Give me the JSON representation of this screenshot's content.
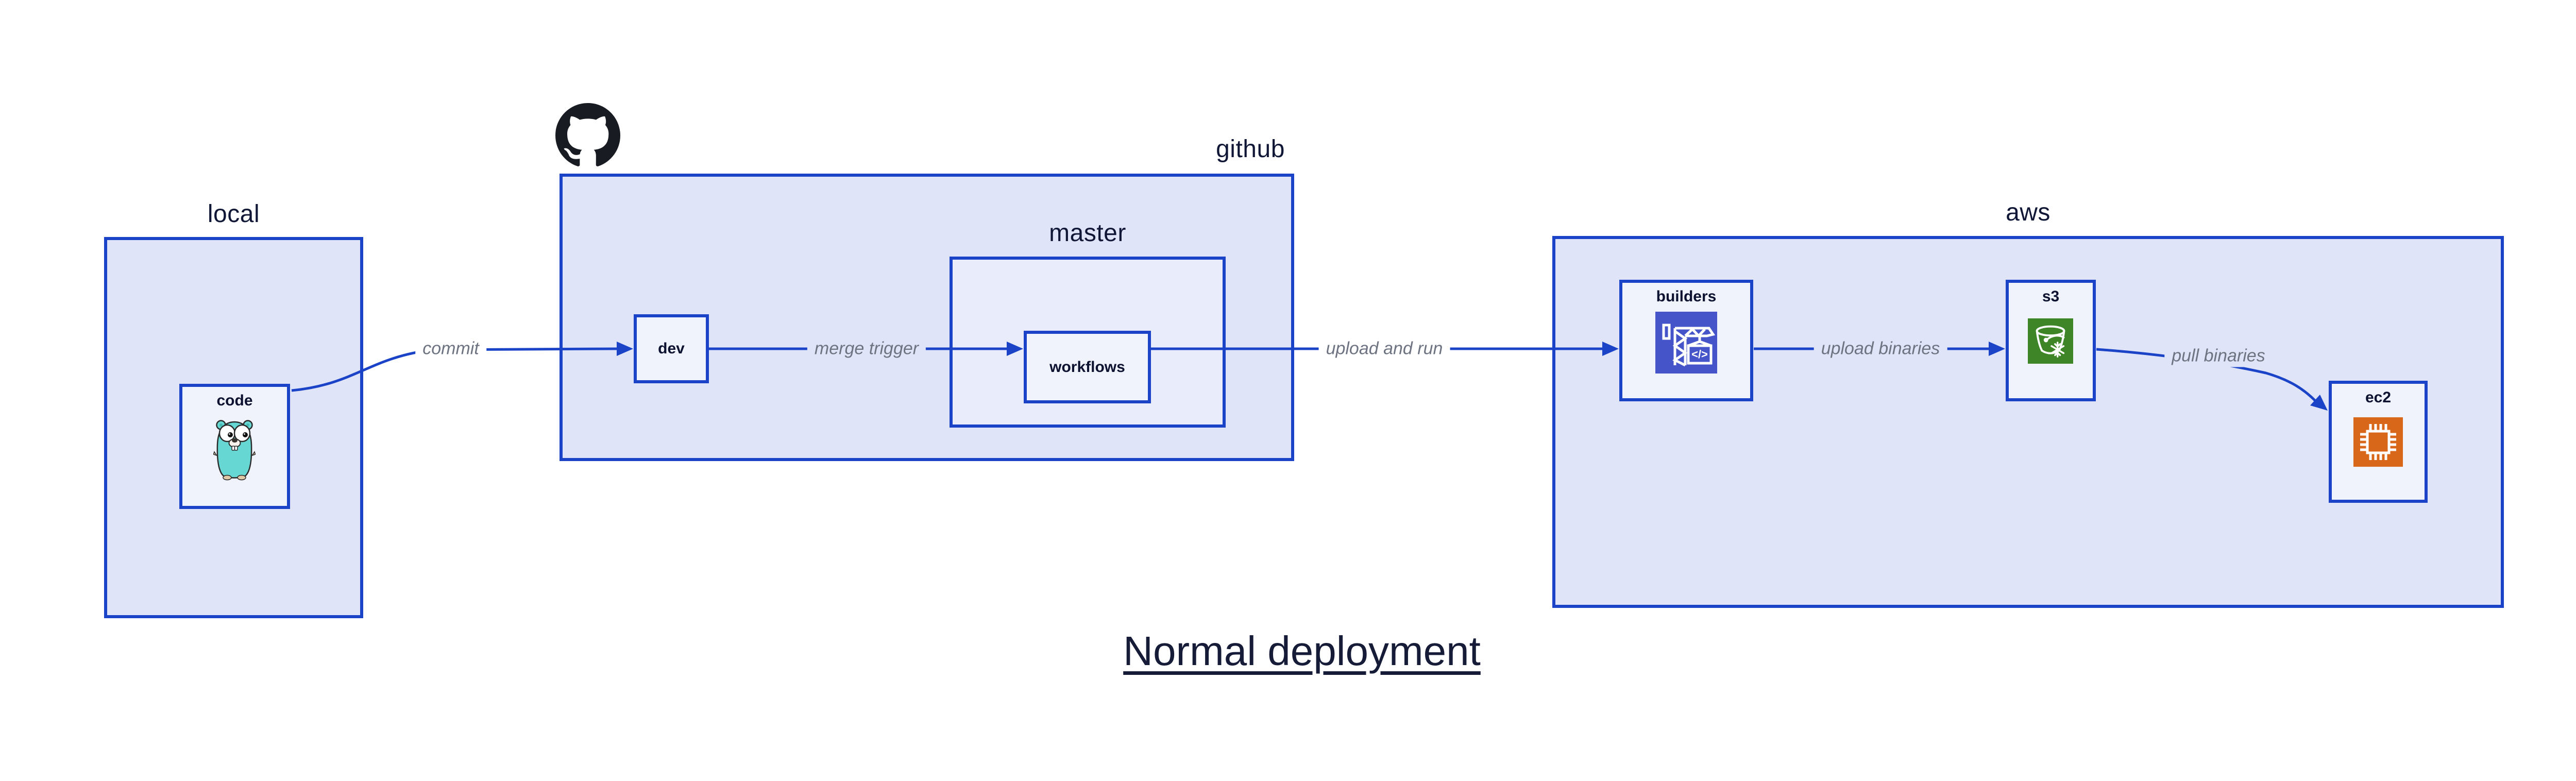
{
  "title": "Normal deployment",
  "groups": {
    "local": {
      "label": "local"
    },
    "github": {
      "label": "github"
    },
    "master": {
      "label": "master"
    },
    "aws": {
      "label": "aws"
    }
  },
  "nodes": {
    "code": {
      "label": "code",
      "icon": "go-gopher"
    },
    "dev": {
      "label": "dev"
    },
    "workflows": {
      "label": "workflows"
    },
    "builders": {
      "label": "builders",
      "icon": "aws-codebuild-crane"
    },
    "s3": {
      "label": "s3",
      "icon": "aws-s3-bucket"
    },
    "ec2": {
      "label": "ec2",
      "icon": "aws-ec2-chip"
    }
  },
  "edges": {
    "commit": {
      "label": "commit",
      "from": "code",
      "to": "dev"
    },
    "merge_trigger": {
      "label": "merge trigger",
      "from": "dev",
      "to": "workflows"
    },
    "upload_and_run": {
      "label": "upload and run",
      "from": "workflows",
      "to": "builders"
    },
    "upload_binaries": {
      "label": "upload binaries",
      "from": "builders",
      "to": "s3"
    },
    "pull_binaries": {
      "label": "pull binaries",
      "from": "s3",
      "to": "ec2"
    }
  },
  "icons": {
    "codebuild_glyph": "</>"
  },
  "colors": {
    "edge_and_border_blue": "#1b43c8",
    "group_fill": "#dfe4f8",
    "master_fill": "#e9edfb",
    "node_fill": "#f0f3fc",
    "label_navy": "#101636",
    "edge_label_gray": "#6d7380",
    "codebuild_bg": "#4554c9",
    "s3_bg": "#3d8526",
    "ec2_bg": "#d9671a",
    "octocat_black": "#181b21",
    "gopher_teal": "#67d7d3"
  }
}
